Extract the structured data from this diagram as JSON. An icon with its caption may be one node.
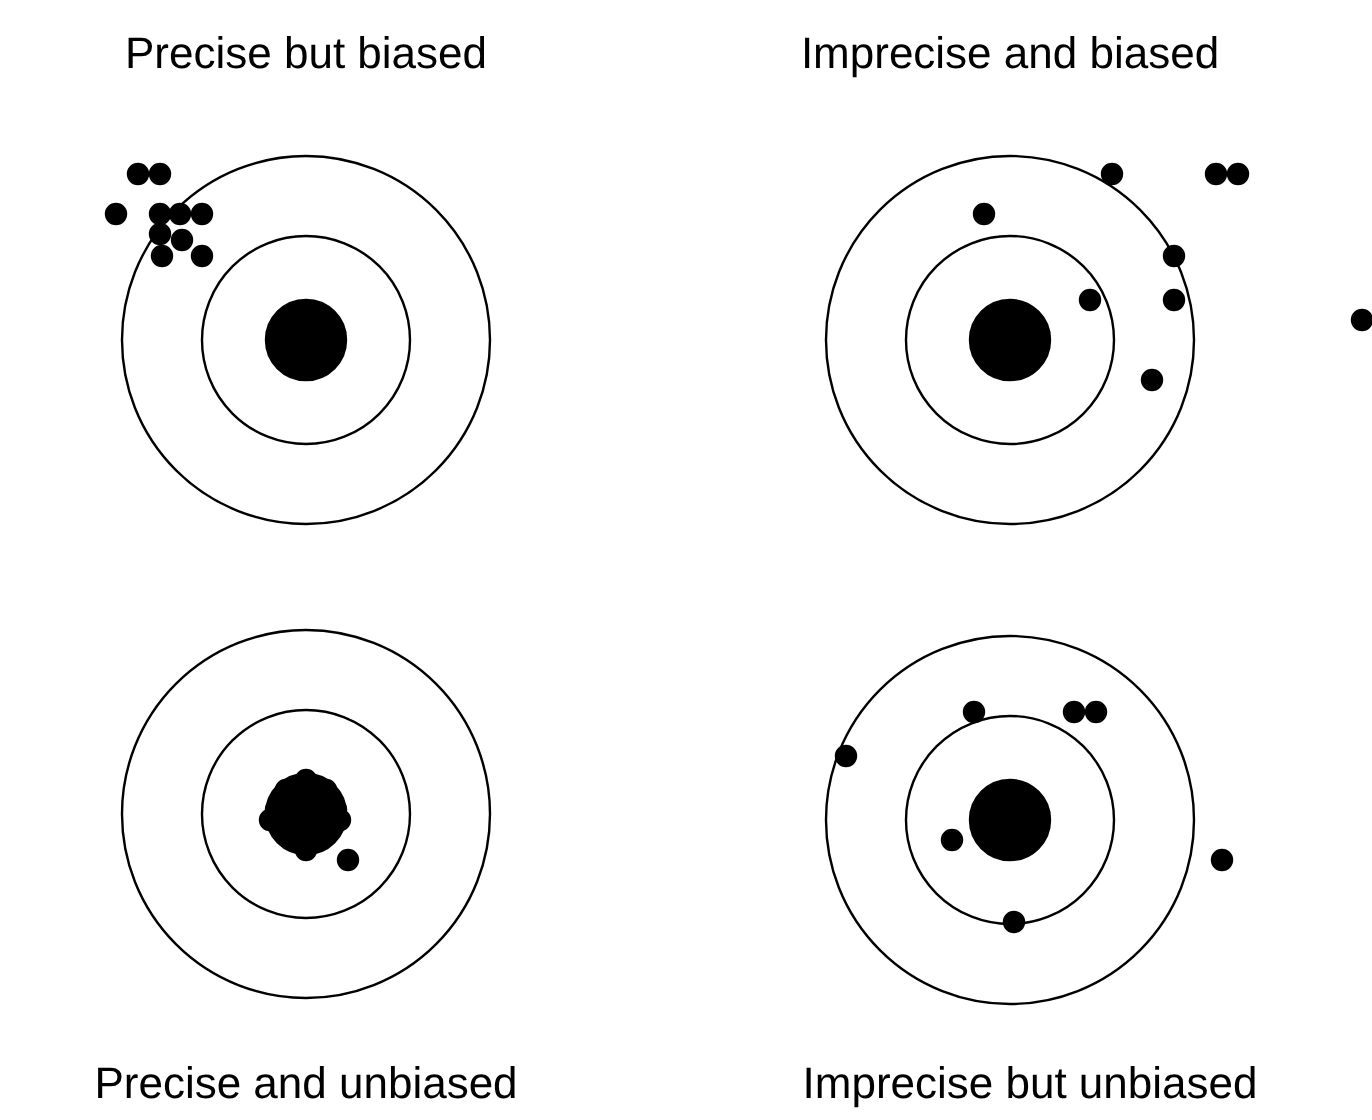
{
  "diagram": {
    "labels": [
      "Precise but biased",
      "Imprecise and biased",
      "Precise and unbiased",
      "Imprecise but unbiased"
    ]
  }
}
